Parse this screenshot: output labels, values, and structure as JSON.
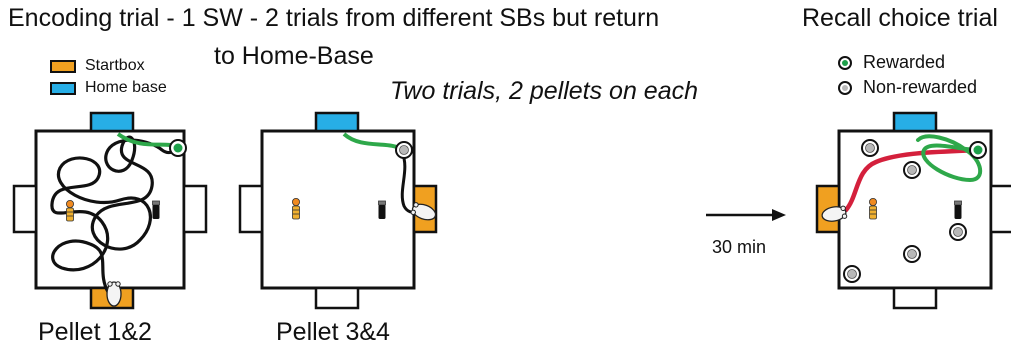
{
  "titles": {
    "encoding_line1": "Encoding trial - 1 SW - 2 trials from different SBs but return",
    "encoding_line2": "to Home-Base",
    "recall": "Recall choice trial",
    "note": "Two trials, 2 pellets on each"
  },
  "legend_left": {
    "startbox": "Startbox",
    "home_base": "Home base"
  },
  "legend_right": {
    "rewarded": "Rewarded",
    "non_rewarded": "Non-rewarded"
  },
  "captions": {
    "arena1": "Pellet 1&2",
    "arena2": "Pellet 3&4"
  },
  "delay_label": "30 min",
  "colors": {
    "startbox": "#f0a020",
    "home_base": "#27aee6",
    "rewarded": "#1da04a",
    "non_rewarded": "#b8b8b8",
    "path_encoding": "#111111",
    "path_red": "#d4203c",
    "path_green": "#2ea84a"
  }
}
